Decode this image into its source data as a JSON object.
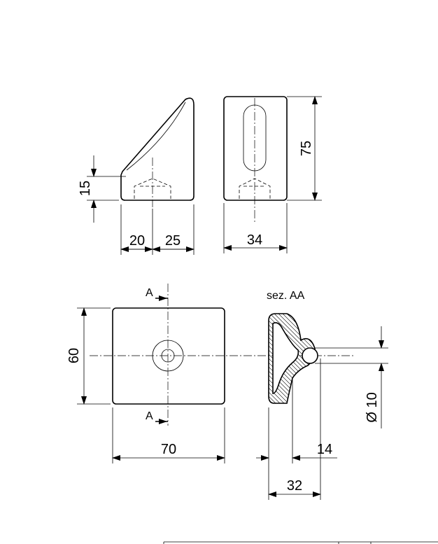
{
  "dimensions": {
    "height_15": "15",
    "width_20": "20",
    "width_25": "25",
    "width_34": "34",
    "height_75": "75",
    "height_60": "60",
    "width_70": "70",
    "width_14": "14",
    "width_32": "32",
    "diameter_10": "Ø 10"
  },
  "labels": {
    "section_mark_top": "A",
    "section_mark_bottom": "A",
    "section_title": "sez. AA"
  }
}
